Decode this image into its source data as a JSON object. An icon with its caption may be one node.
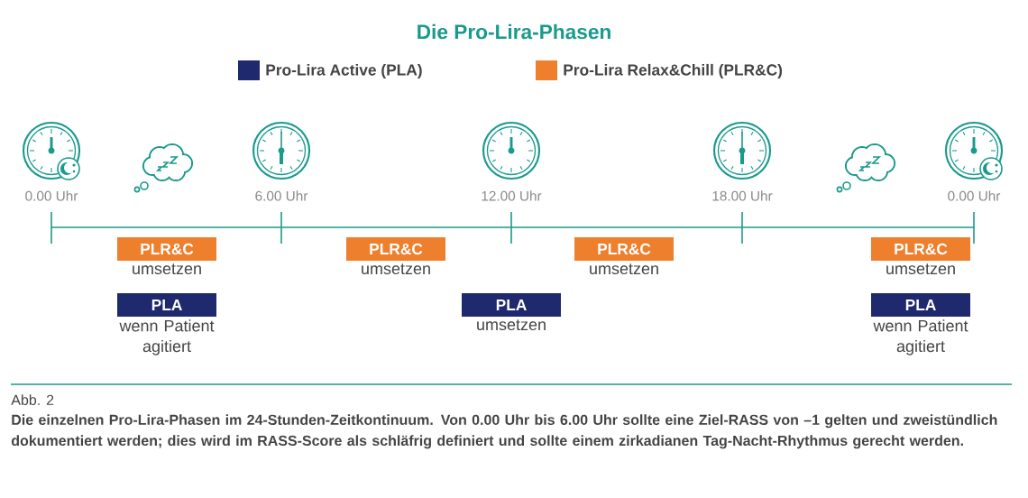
{
  "diagram": {
    "title": "Die Pro-Lira-Phasen",
    "caption": "Die einzelnen Pro-Lira-Phasen im 24-Stunden-Zeitkontinuum. Von 0.00 Uhr bis 6.00 Uhr sollte eine Ziel-RASS von –1 gelten und zweistündlich dokumentiert werden; dies wird im RASS-Score als schläfrig definiert und sollte einem zirkadianen Tag-Nacht-Rhythmus gerecht werden.",
    "nodes": [
      {
        "text": [
          "PLR&C"
        ],
        "beside": [
          "umsetzen"
        ]
      },
      {
        "text": [
          "PLR&C"
        ],
        "beside": [
          "umsetzen"
        ]
      },
      {
        "text": [
          "PLR&C"
        ],
        "beside": [
          "umsetzen"
        ]
      },
      {
        "text": [
          "PLR&C"
        ],
        "beside": [
          "umsetzen"
        ]
      },
      {
        "text": [
          "PLA"
        ],
        "beside": [
          "wenn Patient agitiert"
        ]
      },
      {
        "text": [
          "PLA"
        ],
        "beside": [
          "umsetzen"
        ]
      },
      {
        "text": [
          "PLA"
        ],
        "beside": [
          "wenn Patient agitiert"
        ]
      }
    ],
    "labels": [
      "0.00 Uhr",
      "6.00 Uhr",
      "12.00 Uhr",
      "18.00 Uhr",
      "0.00 Uhr",
      "Abb. 2"
    ],
    "legend": [
      {
        "text": "Pro-Lira Active (PLA)",
        "color": "#1f2a6e"
      },
      {
        "text": "Pro-Lira Relax&Chill (PLR&C)",
        "color": "#ee7f2d"
      }
    ]
  }
}
